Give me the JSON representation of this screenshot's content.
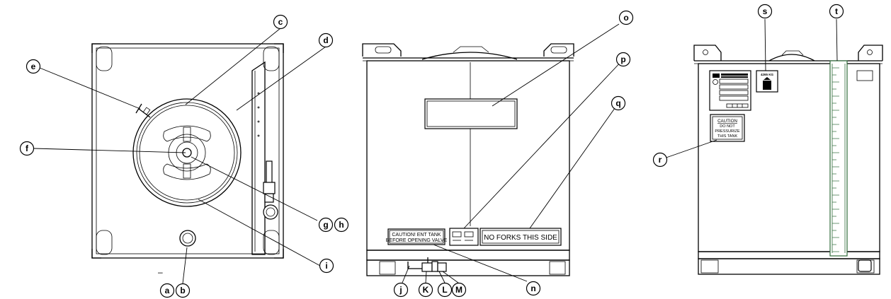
{
  "colors": {
    "line": "#000000",
    "background": "#ffffff",
    "sight_gauge": "#2f6b3a"
  },
  "callouts": [
    {
      "id": "a",
      "label": "a"
    },
    {
      "id": "b",
      "label": "b"
    },
    {
      "id": "c",
      "label": "c"
    },
    {
      "id": "d",
      "label": "d"
    },
    {
      "id": "e",
      "label": "e"
    },
    {
      "id": "f",
      "label": "f"
    },
    {
      "id": "g",
      "label": "g"
    },
    {
      "id": "h",
      "label": "h"
    },
    {
      "id": "i",
      "label": "i"
    },
    {
      "id": "j",
      "label": "j"
    },
    {
      "id": "K",
      "label": "K"
    },
    {
      "id": "L",
      "label": "L"
    },
    {
      "id": "M",
      "label": "M"
    },
    {
      "id": "n",
      "label": "n"
    },
    {
      "id": "o",
      "label": "o"
    },
    {
      "id": "p",
      "label": "p"
    },
    {
      "id": "q",
      "label": "q"
    },
    {
      "id": "r",
      "label": "r"
    },
    {
      "id": "s",
      "label": "s"
    },
    {
      "id": "t",
      "label": "t"
    }
  ],
  "front": {
    "caution_line1": "CAUTION!  ENT TANK",
    "caution_line2": "BEFORE OPENING VALVE",
    "no_forks": "NO FORKS THIS SIDE"
  },
  "side": {
    "caution_title": "CAUTION",
    "caution_line1": "DO NOT",
    "caution_line2": "PRESSURIZE",
    "caution_line3": "THIS TANK",
    "weight_label": "4265 KG"
  },
  "top": {
    "dash_mark": "–"
  }
}
